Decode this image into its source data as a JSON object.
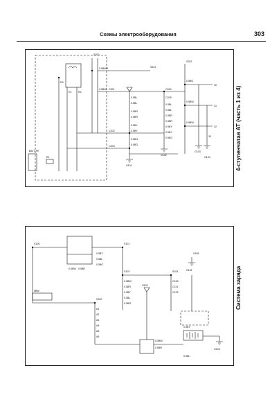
{
  "header": {
    "title": "Схемы электрооборудования",
    "page_number": "303"
  },
  "diagram_top": {
    "caption": "4-ступенчатая АТ (часть 1 из 4)",
    "labels": [
      "BATT FE",
      "E2",
      "0.5BWH",
      "0.5BW",
      "R1",
      "R2",
      "R3",
      "0.5BL",
      "0.5BL",
      "0.5BR",
      "0.5BR",
      "0.5BY",
      "0.5BY",
      "0.5BG",
      "0.5BG",
      "С201",
      "С202",
      "С203",
      "С204",
      "С205",
      "0.5BL",
      "0.5BL",
      "0.5BR",
      "0.5BR",
      "0.5BY",
      "0.5BY",
      "0.5BG",
      "0.5BG",
      "0.5BW",
      "0.5BW",
      "G101",
      "G102",
      "G103",
      "G104",
      "S200",
      "S201",
      "S202",
      "30",
      "31",
      "32",
      "33"
    ]
  },
  "diagram_bottom": {
    "caption": "Система заряда",
    "labels": [
      "S100",
      "S101",
      "S102",
      "S103",
      "S104",
      "S105",
      "5BW",
      "0.5BW",
      "0.5BR",
      "0.5BY",
      "0.5BL",
      "0.5BG",
      "0.5BW",
      "0.5BR",
      "0.5BY",
      "0.5BL",
      "0.5BG",
      "A1",
      "A2",
      "A3",
      "A4",
      "A5",
      "A6",
      "С100",
      "С101",
      "С102",
      "G100",
      "G101",
      "G102",
      "0.5BW",
      "0.5BR",
      "0.5BY",
      "0.5BL"
    ]
  }
}
